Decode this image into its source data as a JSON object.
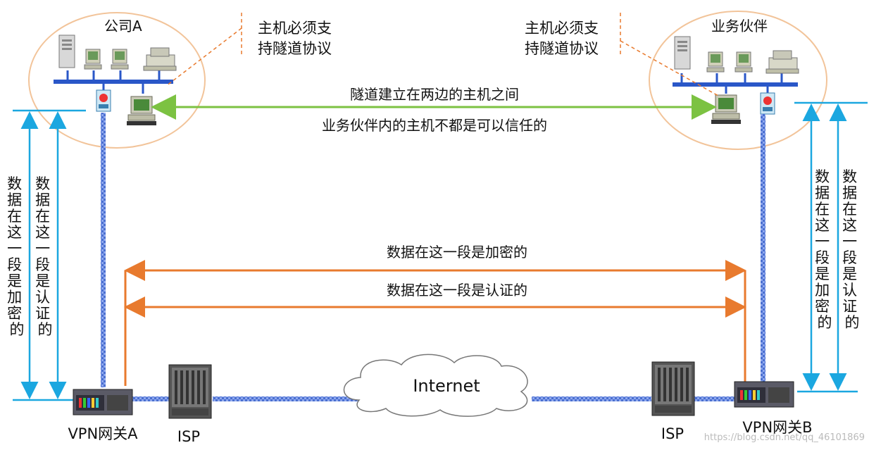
{
  "company_a": {
    "title": "公司A",
    "note_line1": "主机必须支",
    "note_line2": "持隧道协议"
  },
  "partner": {
    "title": "业务伙伴",
    "note_line1": "主机必须支",
    "note_line2": "持隧道协议"
  },
  "tunnel": {
    "label": "隧道建立在两边的主机之间",
    "trust_note": "业务伙伴内的主机不都是可以信任的"
  },
  "left_side": {
    "encrypted": [
      "数",
      "据",
      "在",
      "这",
      "一",
      "段",
      "是",
      "加",
      "密",
      "的"
    ],
    "authenticated": [
      "数",
      "据",
      "在",
      "这",
      "一",
      "段",
      "是",
      "认",
      "证",
      "的"
    ]
  },
  "right_side": {
    "encrypted": [
      "数",
      "据",
      "在",
      "这",
      "一",
      "段",
      "是",
      "加",
      "密",
      "的"
    ],
    "authenticated": [
      "数",
      "据",
      "在",
      "这",
      "一",
      "段",
      "是",
      "认",
      "证",
      "的"
    ]
  },
  "middle": {
    "encrypted_label": "数据在这一段是加密的",
    "authenticated_label": "数据在这一段是认证的"
  },
  "network": {
    "internet_label": "Internet",
    "isp_left": "ISP",
    "isp_right": "ISP",
    "gateway_a": "VPN网关A",
    "gateway_b": "VPN网关B"
  },
  "watermark": "https://blog.csdn.net/qq_46101869",
  "colors": {
    "cyan": "#1ba7e0",
    "orange": "#e87a2e",
    "link_blue": "#5b7fd6",
    "green": "#7cc242"
  }
}
